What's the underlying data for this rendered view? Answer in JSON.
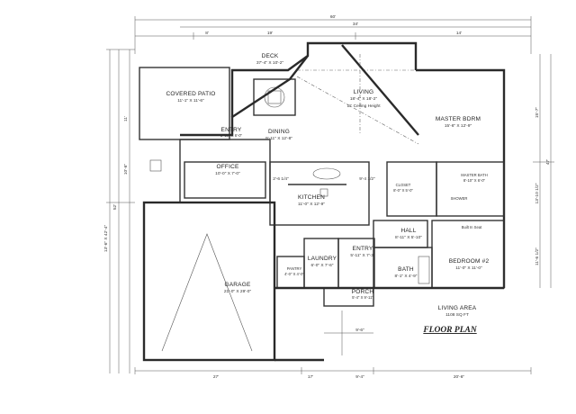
{
  "plan_title": "FLOOR PLAN",
  "rooms": {
    "deck": {
      "name": "DECK",
      "size": "37'-4\" X 10'-2\""
    },
    "covered_patio": {
      "name": "COVERED PATIO",
      "size": "11'-1\" X 11'-6\""
    },
    "living": {
      "name": "LIVING",
      "size": "18'-4\" X 18'-2\"",
      "note": "11' Ceiling Height"
    },
    "master_bdrm": {
      "name": "MASTER BDRM",
      "size": "15'-6\" X 12'-9\""
    },
    "entry_patio": {
      "name": "ENTRY",
      "size": "5'-10\" X 6'-0\""
    },
    "dining": {
      "name": "DINING",
      "size": "9'-11\" X 12'-8\""
    },
    "office": {
      "name": "OFFICE",
      "size": "10'-0\" X 7'-0\""
    },
    "master_bath": {
      "name": "MASTER BATH",
      "size": "8'-10\" X 6'-0\""
    },
    "closet": {
      "name": "CLOSET",
      "size": "8'-0\" X 5'-0\""
    },
    "kitchen": {
      "name": "KITCHEN",
      "size": "11'-0\" X 12'-9\""
    },
    "hall": {
      "name": "HALL",
      "size": "8'-11\" X 5'-10\""
    },
    "bedroom2": {
      "name": "BEDROOM #2",
      "size": "11'-0\" X 11'-0\""
    },
    "laundry": {
      "name": "LAUNDRY",
      "size": "6'-0\" X 7'-6\""
    },
    "entry_front": {
      "name": "ENTRY",
      "size": "5'-11\" X 7'-3\""
    },
    "pantry": {
      "name": "PANTRY",
      "size": "4'-0\" X 4'-0\""
    },
    "bath": {
      "name": "BATH",
      "size": "8'-1\" X 4'-9\""
    },
    "garage": {
      "name": "GARAGE",
      "size": "21'-0\" X 29'-0\""
    },
    "porch": {
      "name": "PORCH",
      "size": "5'-4\" X 9'-11\""
    }
  },
  "living_area": {
    "label": "LIVING AREA",
    "value": "1108 SQ FT"
  },
  "fixtures": {
    "shower": "SHOWER",
    "built_in_seat": "Built In Seat"
  },
  "dimensions": {
    "top_overall": "60'",
    "top_right": "34'",
    "top_a": "8'",
    "top_b": "19'",
    "top_c": "14'",
    "right_a": "15'-7\"",
    "right_b": "13'-10 1/2\"",
    "right_overall": "47'",
    "right_c": "11'-6 1/2\"",
    "left_a": "13'-6\" X 42'-4\"",
    "left_b": "52'",
    "left_c": "11'",
    "left_d": "10'-6\"",
    "bottom_a": "27'",
    "bottom_b": "17'",
    "bottom_c": "9'-4\"",
    "bottom_d": "20'-6\"",
    "inner_a": "2'-6 1/4\"",
    "inner_b": "9'-4 1/2\"",
    "porch_w": "9'-6\""
  }
}
